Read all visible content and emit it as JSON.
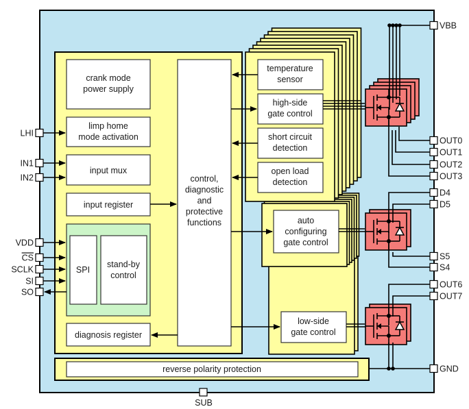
{
  "colors": {
    "chip_bg": "#c0e4f2",
    "block_yellow": "#fffea0",
    "block_green": "#ccf5c8",
    "block_white": "#ffffff",
    "mosfet_red": "#f47b78",
    "line": "#000000"
  },
  "blocks": {
    "crank_mode": [
      "crank mode",
      "power supply"
    ],
    "limp_home": [
      "limp home",
      "mode activation"
    ],
    "input_mux": [
      "input mux"
    ],
    "input_register": [
      "input register"
    ],
    "spi": [
      "SPI"
    ],
    "standby": [
      "stand-by",
      "control"
    ],
    "diagnosis_register": [
      "diagnosis register"
    ],
    "control": [
      "control,",
      "diagnostic",
      "and",
      "protective",
      "functions"
    ],
    "temperature_sensor": [
      "temperature",
      "sensor"
    ],
    "high_side_gate": [
      "high-side",
      "gate control"
    ],
    "short_circuit": [
      "short circuit",
      "detection"
    ],
    "open_load": [
      "open load",
      "detection"
    ],
    "auto_config": [
      "auto",
      "configuring",
      "gate control"
    ],
    "low_side_gate": [
      "low-side",
      "gate control"
    ],
    "reverse_polarity": [
      "reverse polarity protection"
    ]
  },
  "pins_left": [
    {
      "name": "LHI",
      "overline": false,
      "direction": "in"
    },
    {
      "name": "IN1",
      "overline": false,
      "direction": "in"
    },
    {
      "name": "IN2",
      "overline": false,
      "direction": "in"
    },
    {
      "name": "VDD",
      "overline": false,
      "direction": "in"
    },
    {
      "name": "CS",
      "overline": true,
      "direction": "in"
    },
    {
      "name": "SCLK",
      "overline": false,
      "direction": "in"
    },
    {
      "name": "SI",
      "overline": false,
      "direction": "in"
    },
    {
      "name": "SO",
      "overline": false,
      "direction": "out"
    }
  ],
  "pins_right": [
    "VBB",
    "OUT0",
    "OUT1",
    "OUT2",
    "OUT3",
    "D4",
    "D5",
    "S5",
    "S4",
    "OUT6",
    "OUT7",
    "GND"
  ],
  "pin_bottom": "SUB",
  "high_side_channels": 4,
  "auto_config_channels": 2,
  "low_side_channels": 2
}
